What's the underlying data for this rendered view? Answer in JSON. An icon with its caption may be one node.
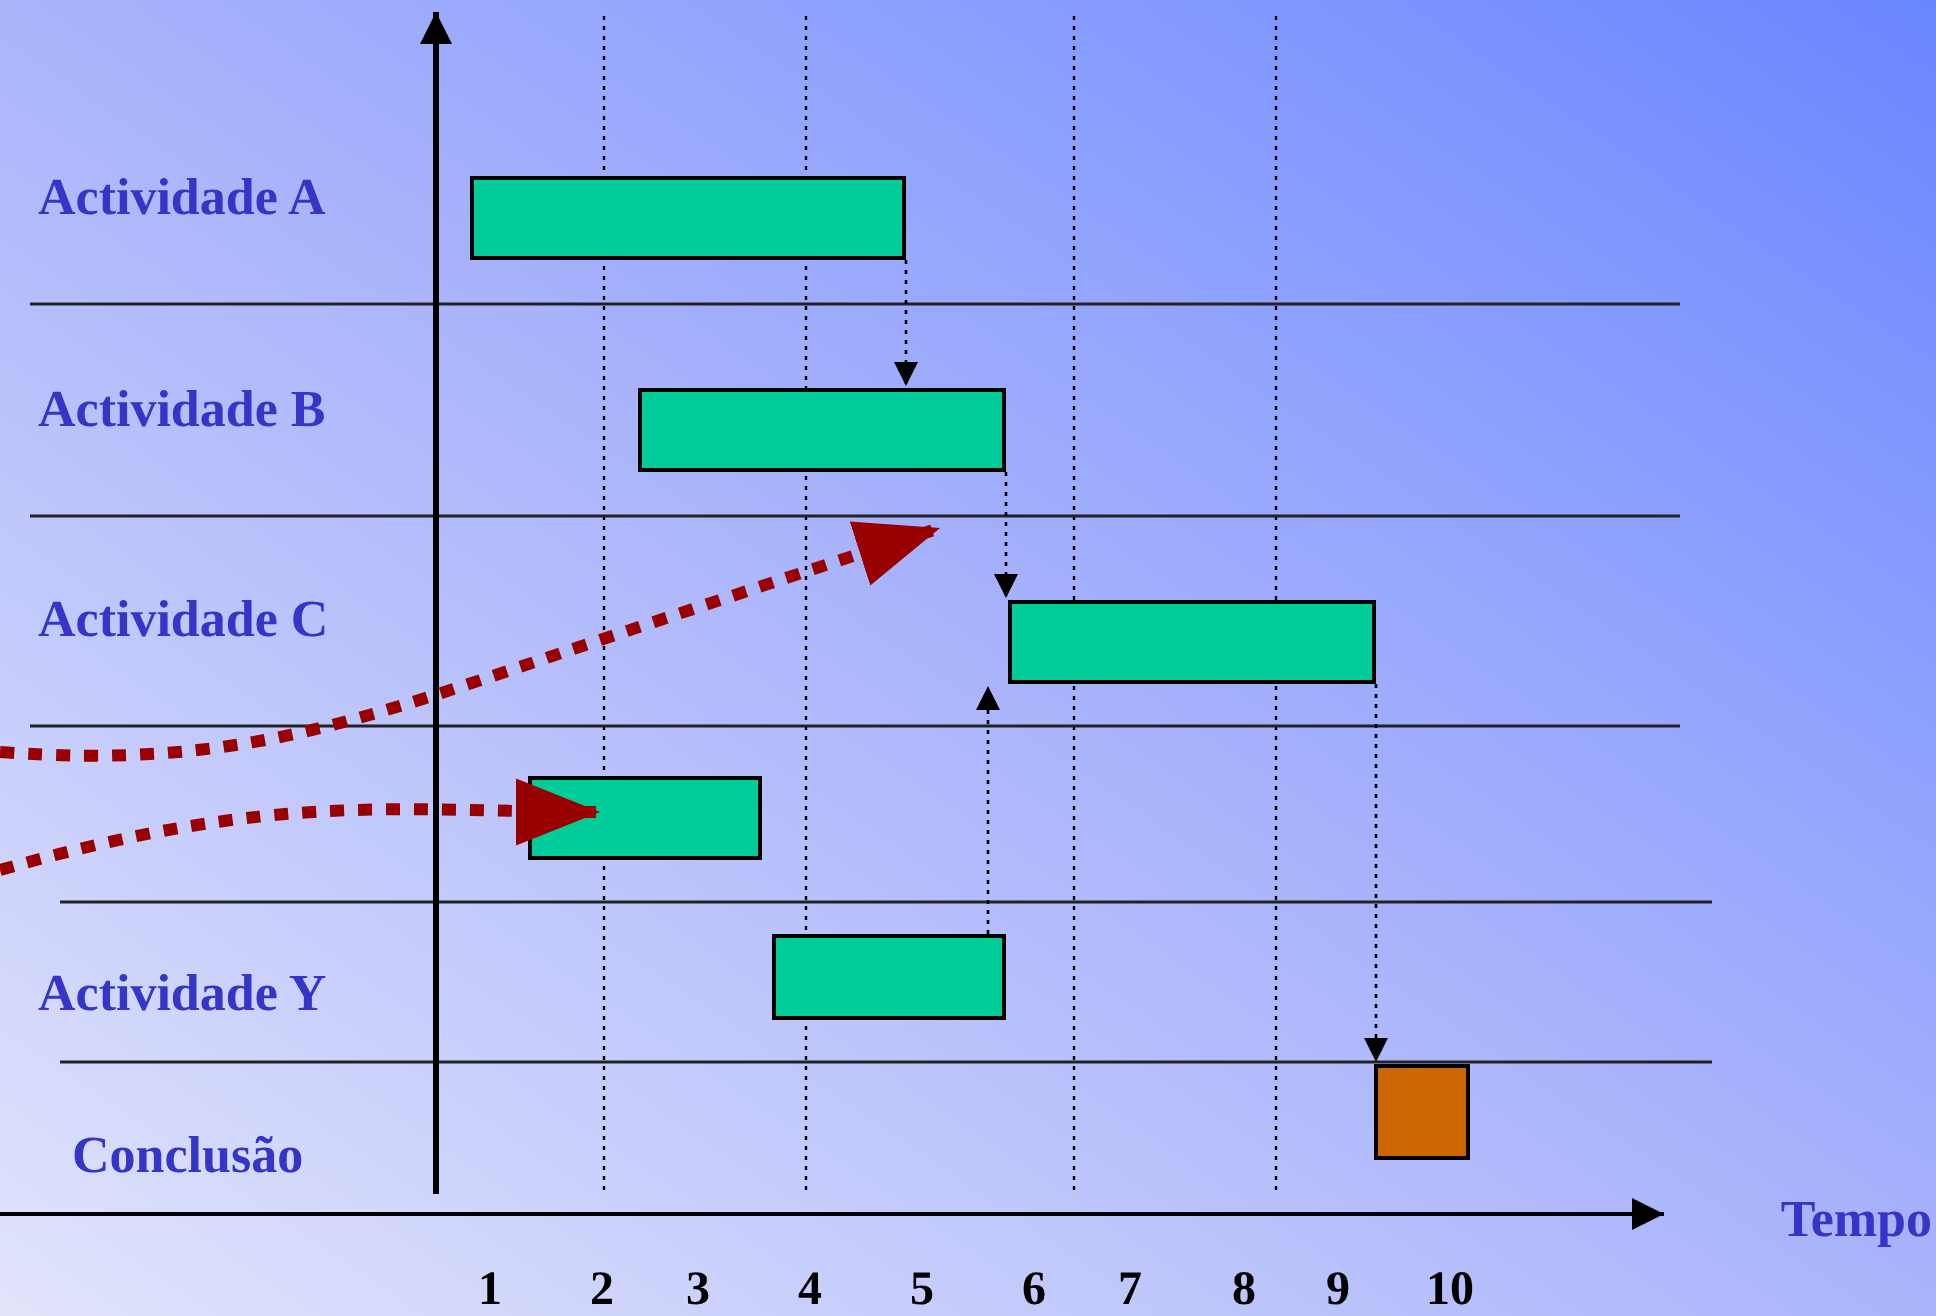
{
  "diagram": {
    "nodes": [
      {
        "text": [],
        "shape": "bar"
      },
      {
        "text": [],
        "shape": "bar"
      },
      {
        "text": [],
        "shape": "bar"
      },
      {
        "text": [],
        "shape": "bar"
      },
      {
        "text": [],
        "shape": "bar"
      },
      {
        "text": [],
        "shape": "box"
      }
    ],
    "edges": [
      {
        "from": 0,
        "to": 1,
        "arrow": "to"
      },
      {
        "from": 1,
        "to": 2,
        "arrow": "to"
      },
      {
        "from": 4,
        "to": 2,
        "arrow": "to"
      },
      {
        "from": 2,
        "to": 5,
        "arrow": "to"
      },
      {
        "from": null,
        "to": 3,
        "arrow": "to",
        "style": "dashed",
        "color": "#990000"
      }
    ],
    "labels": [
      "Actividade A",
      "Actividade B",
      "Actividade C",
      "Actividade Y",
      "Conclusão",
      "Tempo",
      "1",
      "2",
      "3",
      "4",
      "5",
      "6",
      "7",
      "8",
      "9",
      "10"
    ]
  }
}
